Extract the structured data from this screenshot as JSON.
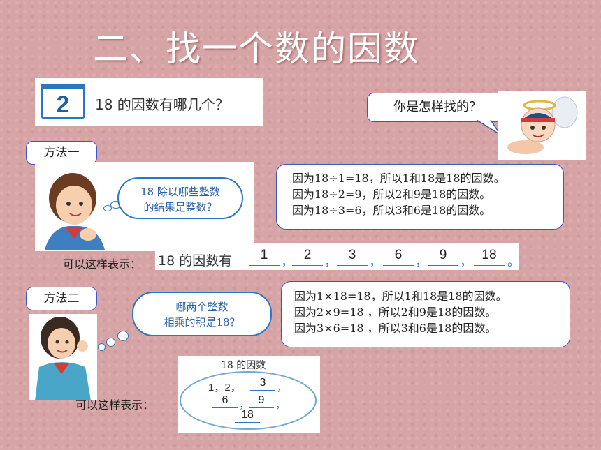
{
  "title": "二、找一个数的因数",
  "question": {
    "number": "2",
    "text": "18 的因数有哪几个？"
  },
  "ask_bubble": "你是怎样找的？",
  "method1": {
    "label": "方法一",
    "thought": [
      "18 除以哪些整数",
      "的结果是整数？"
    ],
    "explain": [
      "因为18÷1=18，所以1和18是18的因数。",
      "因为18÷2=9，所以2和9是18的因数。",
      "因为18÷3=6，所以3和6是18的因数。"
    ],
    "represent_label": "可以这样表示：",
    "answer_lead": "18 的因数有",
    "answers": [
      "1",
      "2",
      "3",
      "6",
      "9",
      "18"
    ]
  },
  "method2": {
    "label": "方法二",
    "thought": [
      "哪两个整数",
      "相乘的积是18？"
    ],
    "explain": [
      "因为1×18=18，所以1和18是18的因数。",
      "因为2×9=18 ，所以2和9是18的因数。",
      "因为3×6=18 ，所以3和6是18的因数。"
    ],
    "represent_label": "可以这样表示：",
    "set_title": "18 的因数",
    "set_given": "1，2，",
    "set_answers": [
      "3",
      "6",
      "9",
      "18"
    ]
  }
}
